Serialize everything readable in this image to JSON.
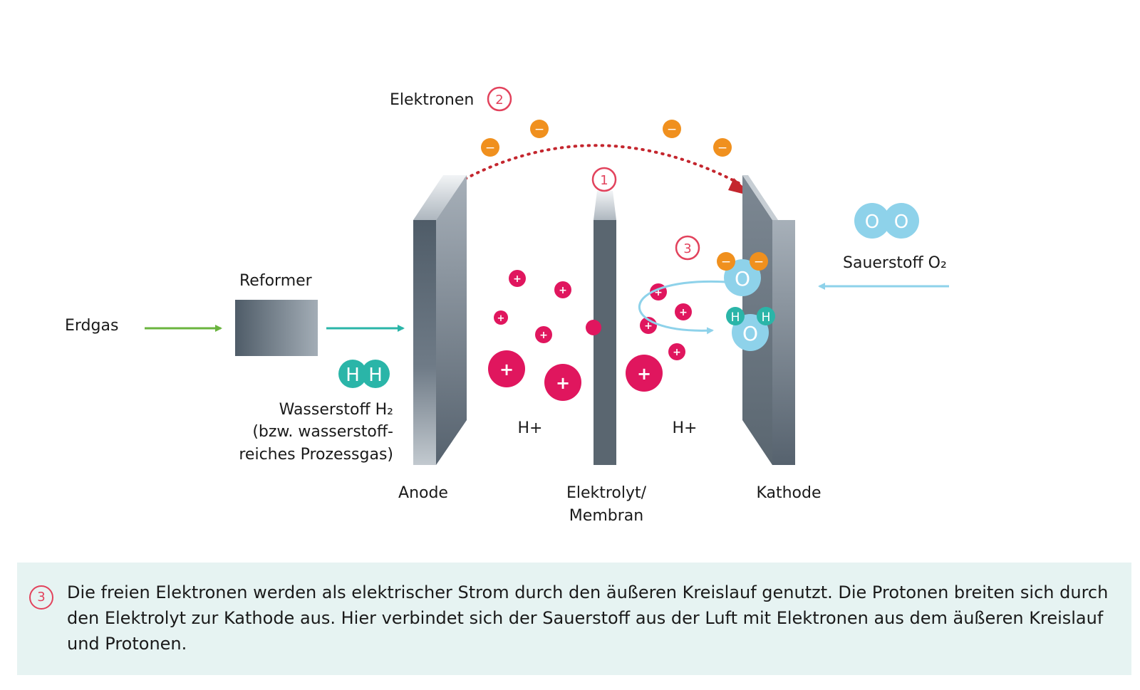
{
  "labels": {
    "elektronen": "Elektronen",
    "reformer": "Reformer",
    "erdgas": "Erdgas",
    "wasserstoff_line1": "Wasserstoff H₂",
    "wasserstoff_line2": "(bzw. wasserstoff-",
    "wasserstoff_line3": "reiches Prozessgas)",
    "anode": "Anode",
    "membran_line1": "Elektrolyt/",
    "membran_line2": "Membran",
    "kathode": "Kathode",
    "sauerstoff": "Sauerstoff O₂",
    "proton_left": "H+",
    "proton_right": "H+"
  },
  "badges": {
    "one": "1",
    "two": "2",
    "three": "3"
  },
  "symbols": {
    "electron": "−",
    "proton": "+",
    "hydrogen": "H",
    "oxygen": "O"
  },
  "colors": {
    "electron": "#f0901e",
    "proton": "#e0165e",
    "hydrogen": "#2ab5a8",
    "oxygen": "#8ed2ea",
    "badge": "#e2425c",
    "dotted_path": "#c4262e",
    "erdgas_arrow": "#6ab43e",
    "h2_arrow": "#2ab5a8",
    "o2_arrow": "#8ed2ea",
    "info_background": "#e6f3f2"
  },
  "info": {
    "badge": "3",
    "text": "Die freien Elektronen werden als elektrischer Strom durch den äußeren Kreislauf genutzt. Die Protonen breiten sich durch den Elektrolyt zur Kathode aus. Hier verbindet sich der Sauerstoff aus der Luft mit Elektronen aus dem äußeren Kreislauf und Protonen."
  }
}
